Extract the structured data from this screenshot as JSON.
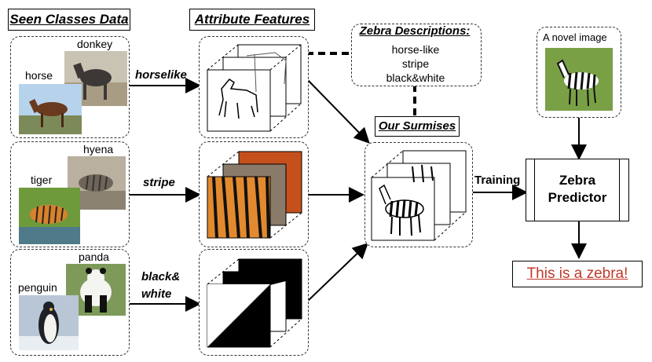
{
  "headers": {
    "seen_classes": "Seen Classes Data",
    "attribute_features": "Attribute Features",
    "zebra_descriptions": "Zebra Descriptions:",
    "our_surmises": "Our Surmises"
  },
  "classes": {
    "row1": [
      "donkey",
      "horse"
    ],
    "row2": [
      "hyena",
      "tiger"
    ],
    "row3": [
      "panda",
      "penguin"
    ]
  },
  "attributes": {
    "horselike": "horselike",
    "stripe": "stripe",
    "black_white_1": "black&",
    "black_white_2": "white"
  },
  "descriptions": [
    "horse-like",
    "stripe",
    "black&white"
  ],
  "novel_image_label": "A novel image",
  "training_label": "Training",
  "predictor": {
    "line1": "Zebra",
    "line2": "Predictor"
  },
  "result": "This is a zebra!",
  "colors": {
    "result_text": "#c0392b",
    "photo_sky": "#b7d3ec",
    "grass": "#6f9a3c",
    "tiger": "#d9822b"
  }
}
